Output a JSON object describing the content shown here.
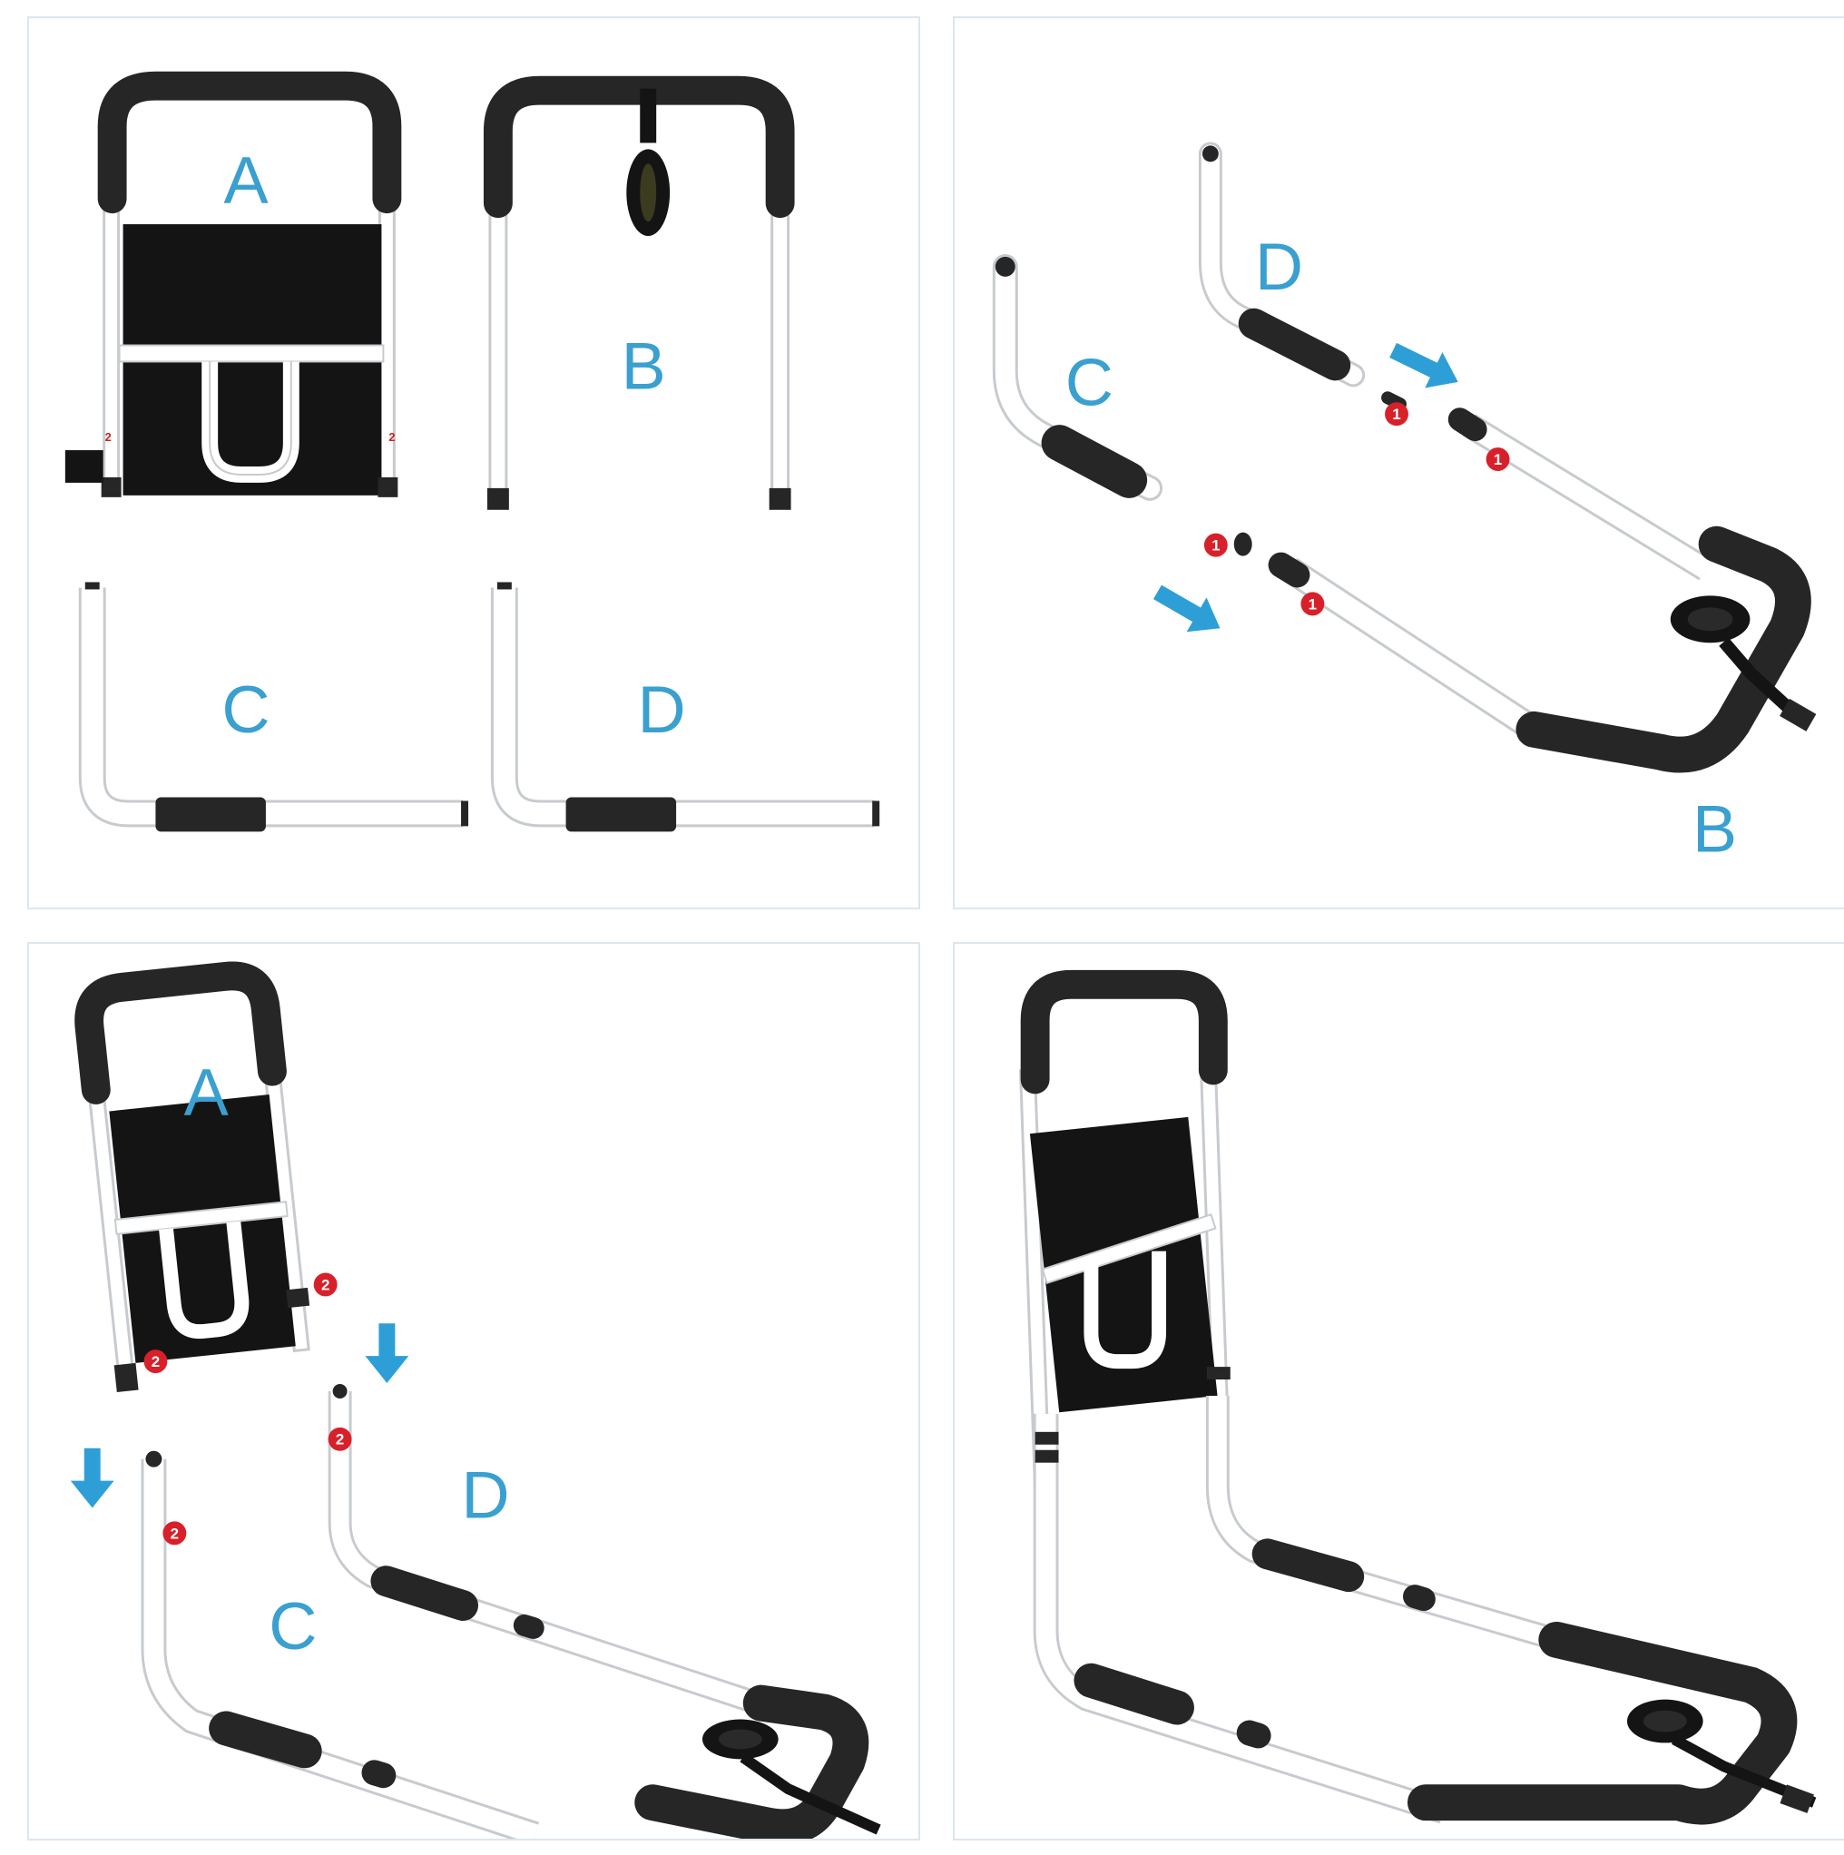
{
  "parts": {
    "a": "A",
    "b": "B",
    "c": "C",
    "d": "D"
  },
  "step_markers": {
    "one": "1",
    "two": "2"
  },
  "colors": {
    "label_blue": "#3aa0d0",
    "arrow_blue": "#2d9fd6",
    "step_red": "#d8202a",
    "tube_white": "#ffffff",
    "grip_black": "#222222",
    "fabric_black": "#141414",
    "panel_border": "#dce6ec"
  },
  "icons": {
    "arrow": "arrow-icon",
    "strap": "strap-icon"
  }
}
